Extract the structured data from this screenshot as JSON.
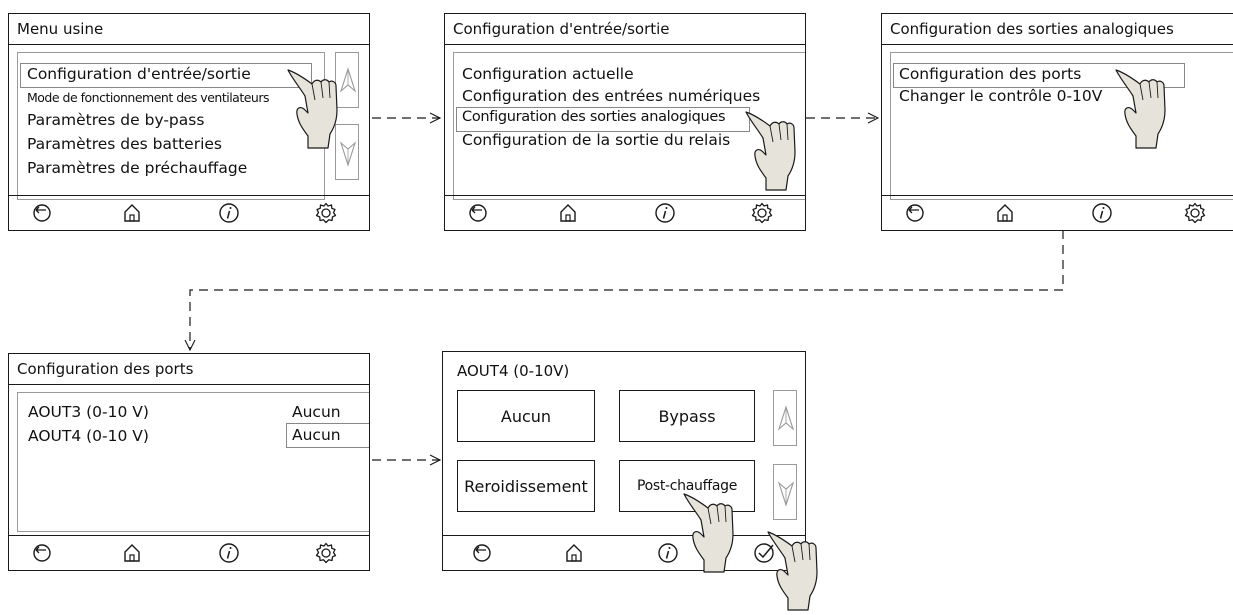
{
  "screen1": {
    "title": "Menu usine",
    "items": [
      "Configuration d'entrée/sortie",
      "Mode de fonctionnement des ventilateurs",
      "Paramètres de by-pass",
      "Paramètres des batteries",
      "Paramètres de préchauffage"
    ]
  },
  "screen2": {
    "title": "Configuration d'entrée/sortie",
    "items": [
      "Configuration actuelle",
      "Configuration des entrées numériques",
      "Configuration des sorties analogiques",
      "Configuration de la sortie du relais"
    ]
  },
  "screen3": {
    "title": "Configuration des sorties analogiques",
    "items": [
      "Configuration des ports",
      "Changer le contrôle 0-10V"
    ]
  },
  "screen4": {
    "title": "Configuration des ports",
    "rows": [
      {
        "port": "AOUT3 (0-10 V)",
        "value": "Aucun"
      },
      {
        "port": "AOUT4 (0-10 V)",
        "value": "Aucun"
      }
    ]
  },
  "screen5": {
    "title": "AOUT4 (0-10V)",
    "options": [
      "Aucun",
      "Bypass",
      "Reroidissement",
      "Post-chauffage"
    ]
  },
  "icons": {
    "toolbar": [
      "back-icon",
      "home-icon",
      "info-icon",
      "settings-icon"
    ],
    "toolbar_confirm": [
      "back-icon",
      "home-icon",
      "info-icon",
      "confirm-icon"
    ],
    "scroll": [
      "arrow-up-icon",
      "arrow-down-icon"
    ],
    "pointer": "hand-pointer-icon"
  },
  "colors": {
    "line": "#1a1a1a",
    "highlight_border": "#888888",
    "hand_fill": "#e6e3da"
  }
}
